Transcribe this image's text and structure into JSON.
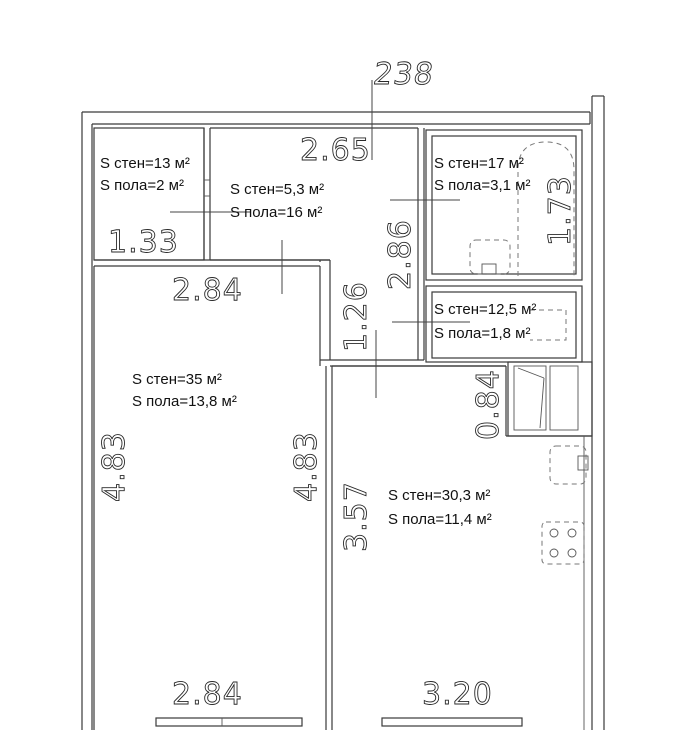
{
  "plan": {
    "top_dimension": "238",
    "dimensions": {
      "d1": "2.65",
      "d2": "1.33",
      "d3": "2.84",
      "d4": "2.86",
      "d5": "1.73",
      "d6": "1.26",
      "d7": "0.84",
      "d8": "4.83",
      "d9": "4.83",
      "d10": "3.57",
      "d11": "2.84",
      "d12": "3.20"
    },
    "rooms": {
      "storage": {
        "walls": "S стен=13 м²",
        "floor": "S пола=2 м²"
      },
      "hallway": {
        "walls": "S стен=5,3 м²",
        "floor": "S пола=16 м²"
      },
      "bathroom": {
        "walls": "S стен=17 м²",
        "floor": "S пола=3,1 м²"
      },
      "toilet": {
        "walls": "S стен=12,5 м²",
        "floor": "S пола=1,8 м²"
      },
      "living_room": {
        "walls": "S стен=35 м²",
        "floor": "S пола=13,8 м²"
      },
      "kitchen": {
        "walls": "S стен=30,3 м²",
        "floor": "S пола=11,4 м²"
      }
    }
  }
}
